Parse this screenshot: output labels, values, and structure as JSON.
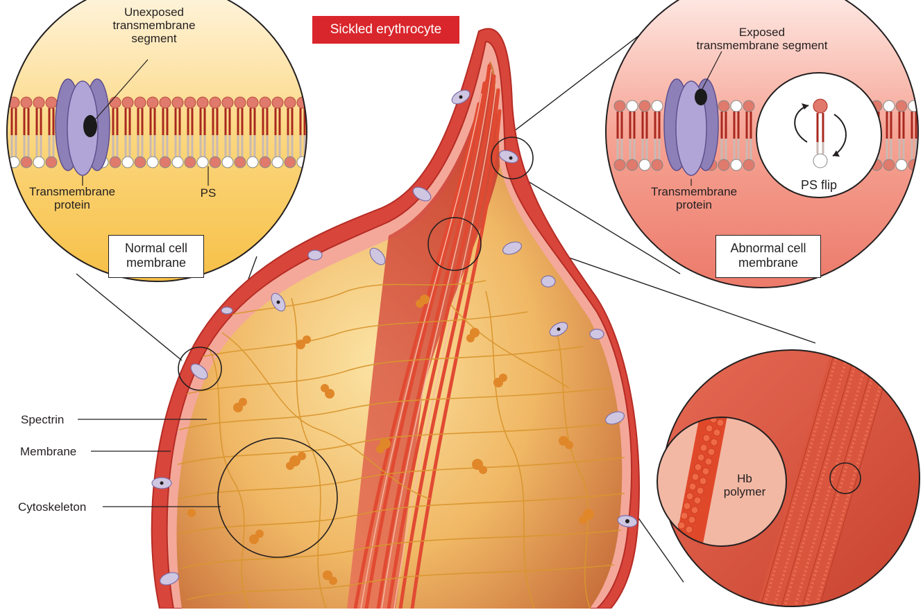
{
  "title": "Sickled erythrocyte",
  "left_callout": {
    "top_label_lines": [
      "Unexposed",
      "transmembrane",
      "segment"
    ],
    "protein_label_lines": [
      "Transmembrane",
      "protein"
    ],
    "ps_label": "PS",
    "box_lines": [
      "Normal cell",
      "membrane"
    ]
  },
  "right_callout": {
    "top_label_lines": [
      "Exposed",
      "transmembrane segment"
    ],
    "protein_label_lines": [
      "Transmembrane",
      "protein"
    ],
    "ps_flip_label": "PS flip",
    "box_lines": [
      "Abnormal cell",
      "membrane"
    ]
  },
  "polymer_callout": {
    "label_lines": [
      "Hb",
      "polymer"
    ]
  },
  "side_labels": {
    "spectrin": "Spectrin",
    "membrane": "Membrane",
    "cytoskeleton": "Cytoskeleton"
  },
  "colors": {
    "title_bg": "#d9262c",
    "membrane_red": "#c0392b",
    "normal_cytoplasm": "#f7c760",
    "abnormal_cytoplasm": "#f08a78",
    "protein_purple": "#9b8fc0",
    "hb_polymer": "#e0482a"
  }
}
